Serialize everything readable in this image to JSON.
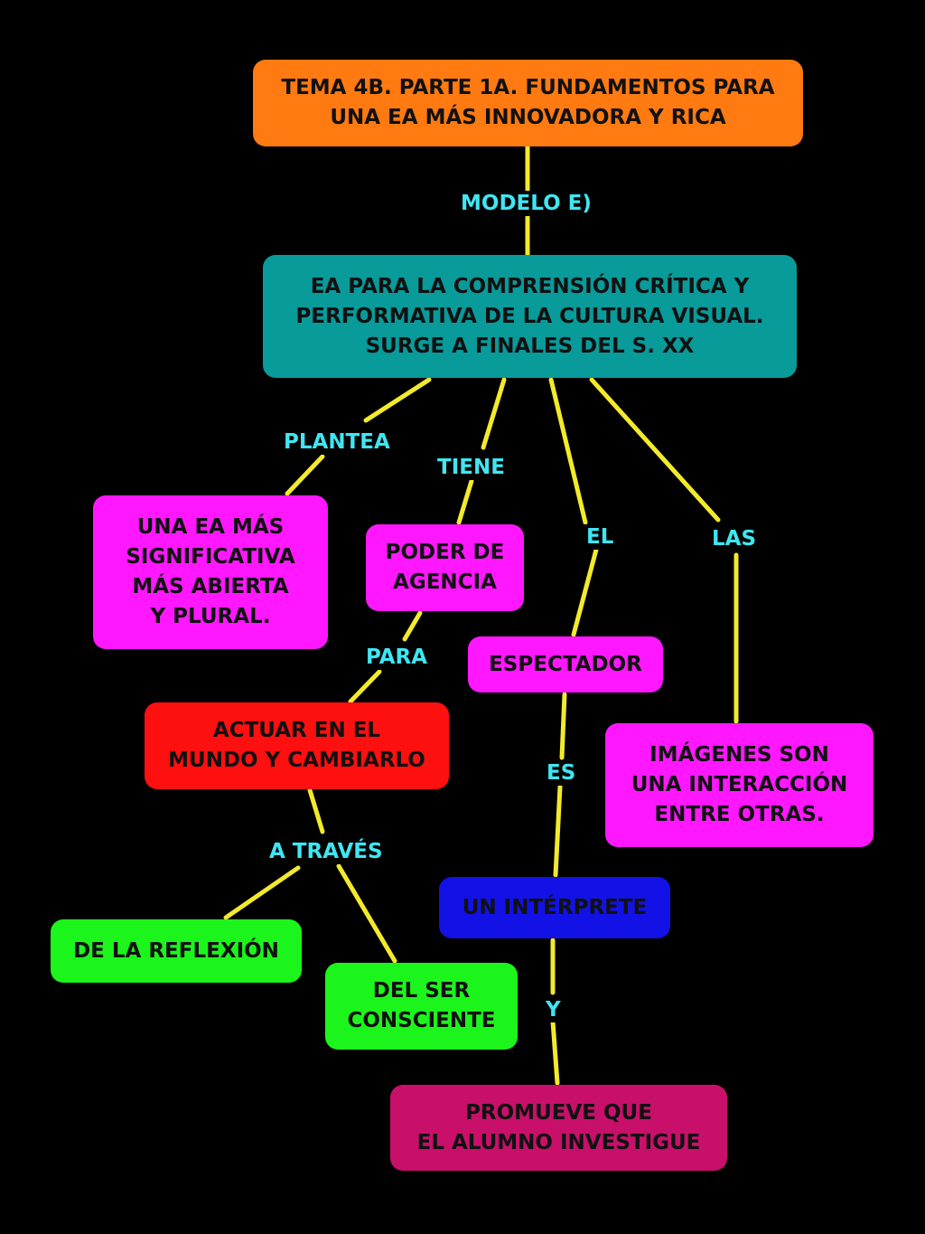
{
  "colors": {
    "background": "#000000",
    "connector": "#f3ea2b",
    "label_text": "#3fe6f2",
    "orange": "#ff7a10",
    "teal": "#099a9a",
    "magenta": "#ff17ff",
    "red": "#ff1010",
    "blue": "#1212e6",
    "green": "#1cf51c",
    "crimson": "#c8106a"
  },
  "nodes": {
    "title": {
      "text": "TEMA 4B. PARTE 1A. FUNDAMENTOS PARA\nUNA EA MÁS INNOVADORA Y RICA",
      "color": "orange"
    },
    "main": {
      "text": "EA PARA LA COMPRENSIÓN CRÍTICA Y\nPERFORMATIVA DE LA CULTURA VISUAL.\nSURGE A FINALES DEL S. XX",
      "color": "teal"
    },
    "significativa": {
      "text": "UNA EA MÁS\nSIGNIFICATIVA\nMÁS ABIERTA\nY PLURAL.",
      "color": "magenta"
    },
    "poder": {
      "text": "PODER DE\nAGENCIA",
      "color": "magenta"
    },
    "espectador": {
      "text": "ESPECTADOR",
      "color": "magenta"
    },
    "imagenes": {
      "text": "IMÁGENES SON\nUNA INTERACCIÓN\nENTRE OTRAS.",
      "color": "magenta"
    },
    "actuar": {
      "text": "ACTUAR EN EL\nMUNDO Y CAMBIARLO",
      "color": "red"
    },
    "reflexion": {
      "text": "DE LA REFLEXIÓN",
      "color": "green"
    },
    "consciente": {
      "text": "DEL SER\nCONSCIENTE",
      "color": "green"
    },
    "interprete": {
      "text": "UN INTÉRPRETE",
      "color": "blue"
    },
    "promueve": {
      "text": "PROMUEVE QUE\nEL ALUMNO INVESTIGUE",
      "color": "crimson"
    }
  },
  "links": {
    "modelo": "MODELO E)",
    "plantea": "PLANTEA",
    "tiene": "TIENE",
    "el": "EL",
    "las": "LAS",
    "para": "PARA",
    "a_traves": "A TRAVÉS",
    "es": "ES",
    "y": "Y"
  }
}
